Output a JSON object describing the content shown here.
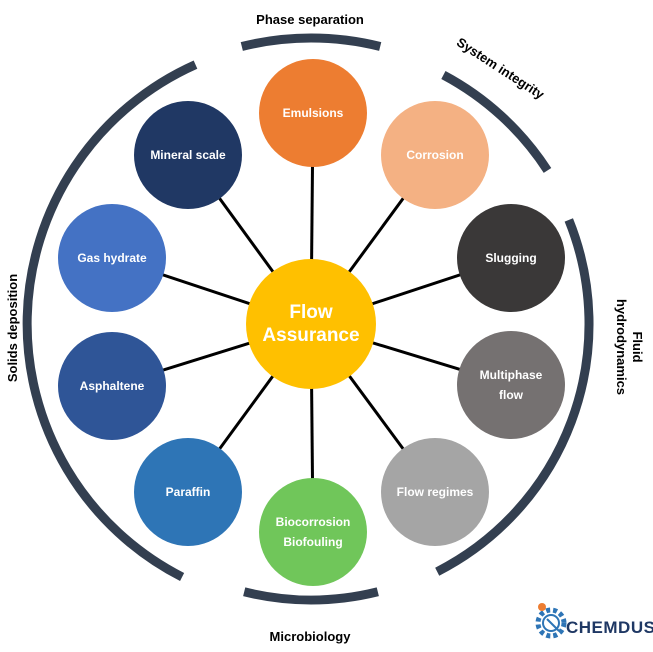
{
  "center": {
    "lines": [
      "Flow",
      "Assurance"
    ],
    "color": "#FFC000"
  },
  "nodes": [
    {
      "id": "emulsions",
      "lines": [
        "Emulsions"
      ],
      "color": "#ED7D31"
    },
    {
      "id": "corrosion",
      "lines": [
        "Corrosion"
      ],
      "color": "#F4B183"
    },
    {
      "id": "slugging",
      "lines": [
        "Slugging"
      ],
      "color": "#3A3838"
    },
    {
      "id": "multiphase",
      "lines": [
        "Multiphase",
        "flow"
      ],
      "color": "#757171"
    },
    {
      "id": "flow-regimes",
      "lines": [
        "Flow regimes"
      ],
      "color": "#A5A5A5"
    },
    {
      "id": "bio",
      "lines": [
        "Biocorrosion",
        "Biofouling"
      ],
      "color": "#70C65A"
    },
    {
      "id": "paraffin",
      "lines": [
        "Paraffin"
      ],
      "color": "#2E75B6"
    },
    {
      "id": "asphaltene",
      "lines": [
        "Asphaltene"
      ],
      "color": "#2F5597"
    },
    {
      "id": "gas-hydrate",
      "lines": [
        "Gas hydrate"
      ],
      "color": "#4472C4"
    },
    {
      "id": "mineral-scale",
      "lines": [
        "Mineral scale"
      ],
      "color": "#203864"
    }
  ],
  "categories": {
    "phase_separation": "Phase separation",
    "system_integrity": "System integrity",
    "fluid_hydrodynamics": [
      "Fluid",
      "hydrodynamics"
    ],
    "microbiology": "Microbiology",
    "solids_deposition": "Solids deposition"
  },
  "logo": {
    "text": "CHEMDUSTRY",
    "icon": "gear-icon"
  },
  "colors": {
    "arc": "#333F50",
    "spoke": "#000000",
    "node_text": "#ffffff",
    "label_text": "#000000"
  }
}
